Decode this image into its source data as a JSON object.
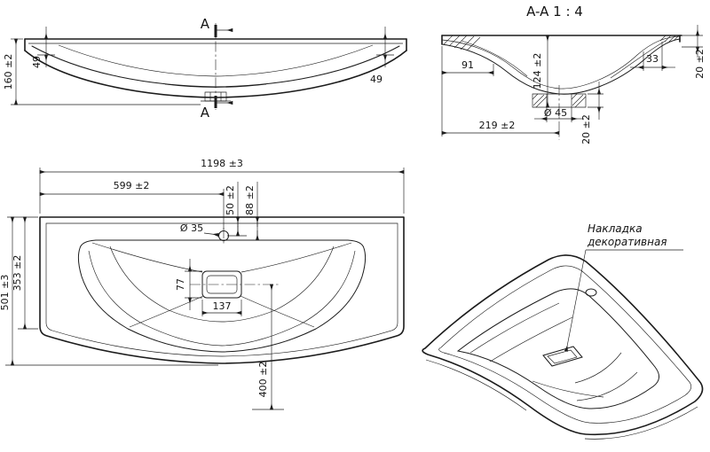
{
  "meta": {
    "ink": "#1c1c1c",
    "paper": "#ffffff"
  },
  "section_title": "A-A 1 : 4",
  "section_marks": {
    "top": "A",
    "bottom": "A"
  },
  "front_view": {
    "dim_height": "160 ±2",
    "dim_rim_left": "49",
    "dim_rim_right": "49"
  },
  "section_view": {
    "dim_back_ledge": "91",
    "dim_depth": "124 ±2",
    "dim_front_ledge": "33",
    "dim_rim_thickness": "20 ±2",
    "dim_drain_diameter": "Ø 45",
    "dim_center_offset": "219 ±2",
    "dim_drain_height": "20 ±2"
  },
  "plan_view": {
    "dim_overall_width": "1198 ±3",
    "dim_half_width": "599 ±2",
    "dim_tap_offset": "50 ±2",
    "dim_bowl_offset": "88 ±2",
    "dim_tap_hole_diameter": "Ø 35",
    "dim_bowl_depth": "353 ±2",
    "dim_overall_depth": "501 ±3",
    "dim_drain_width": "77",
    "dim_drain_length": "137",
    "dim_front_offset": "400 ±2"
  },
  "iso_view": {
    "callout_line1": "Накладка",
    "callout_line2": "декоративная"
  }
}
